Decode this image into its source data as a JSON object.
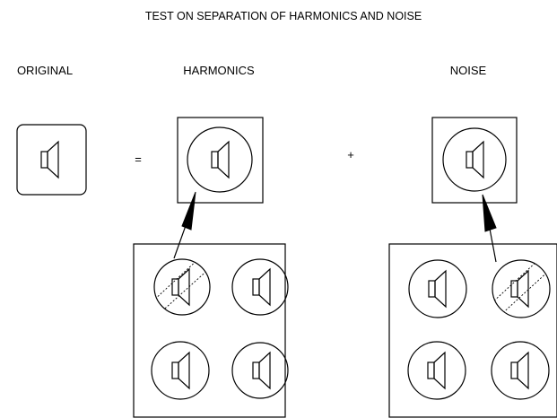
{
  "title": "TEST ON SEPARATION OF HARMONICS AND NOISE",
  "labels": {
    "original": "ORIGINAL",
    "harmonics": "HARMONICS",
    "noise": "NOISE"
  },
  "operators": {
    "equals": "=",
    "plus": "+"
  },
  "icons": {
    "speaker": "speaker-icon",
    "crossed_speaker": "crossed-out-speaker-icon",
    "arrow": "arrow-icon"
  },
  "colors": {
    "ink": "#000000",
    "background": "#ffffff"
  }
}
